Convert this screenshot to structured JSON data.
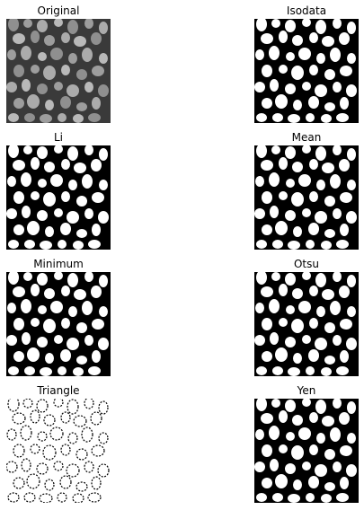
{
  "figure": {
    "panels": [
      {
        "title": "Original",
        "kind": "grayscale"
      },
      {
        "title": "Isodata",
        "kind": "binary"
      },
      {
        "title": "Li",
        "kind": "binary"
      },
      {
        "title": "Mean",
        "kind": "binary"
      },
      {
        "title": "Minimum",
        "kind": "binary"
      },
      {
        "title": "Otsu",
        "kind": "binary"
      },
      {
        "title": "Triangle",
        "kind": "noisy-binary"
      },
      {
        "title": "Yen",
        "kind": "binary"
      }
    ],
    "colors": {
      "background": "#ffffff",
      "foreground": "#ffffff",
      "image_background": "#000000",
      "original_background": "#3a3a3a",
      "original_blob": "#c8c8c8"
    }
  }
}
